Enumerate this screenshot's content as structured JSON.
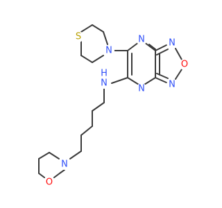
{
  "colors": {
    "bond": "#3a3a3a",
    "nitrogen": "#3050f8",
    "oxygen": "#ff0d0d",
    "sulfur": "#b8a000",
    "background": "#ffffff"
  },
  "atoms": {
    "s_thiomorpholine": "S",
    "n_thiomorpholine": "N",
    "n_pyrazine_top": "N",
    "n_furazan_top": "N",
    "o_furazan": "O",
    "n_furazan_bottom": "N",
    "n_pyrazine_bottom": "N",
    "n_amine": "N",
    "h_amine": "H",
    "n_morpholine": "N",
    "o_morpholine": "O"
  }
}
